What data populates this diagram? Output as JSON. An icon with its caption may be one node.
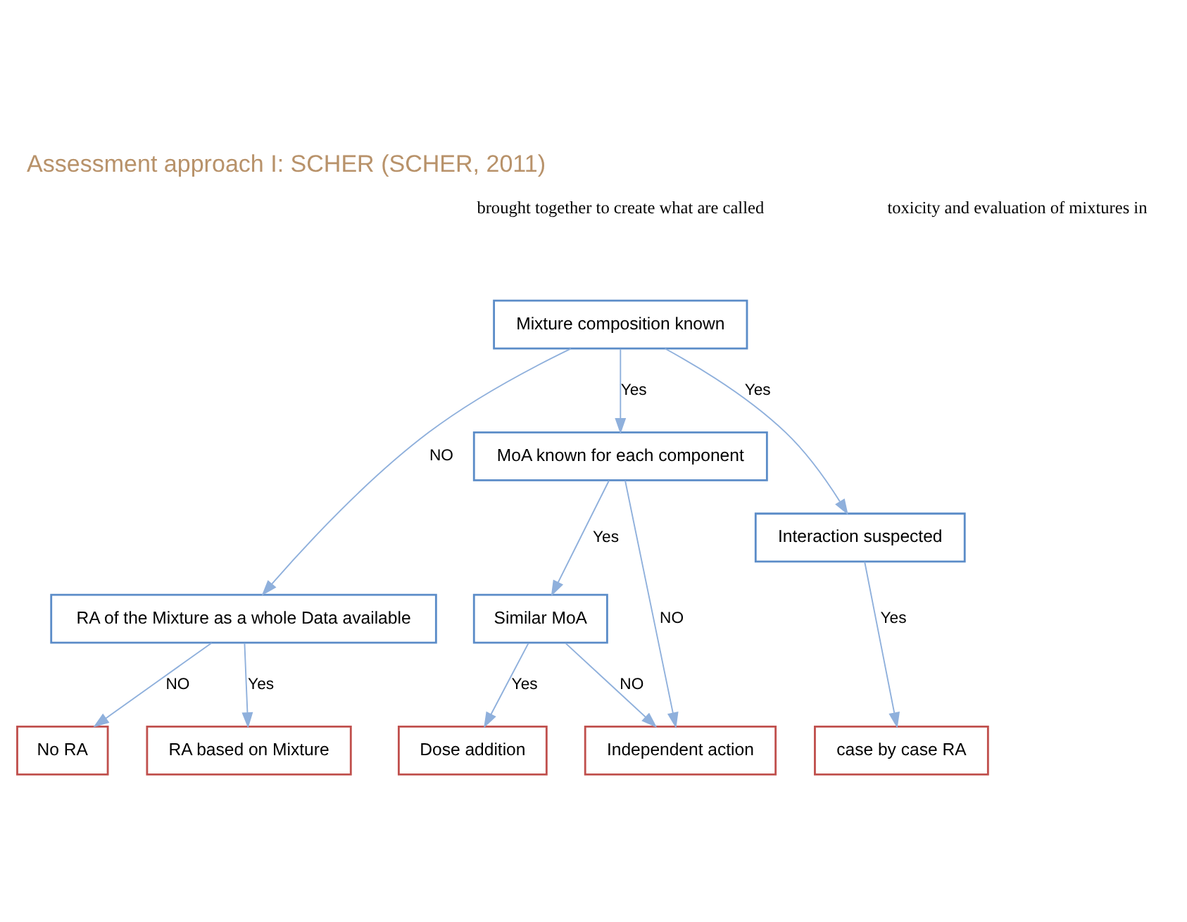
{
  "diagram": {
    "title": "Assessment approach I: SCHER (SCHER, 2011)",
    "nodes": [
      {
        "text": [
          "Mixture composition known"
        ]
      },
      {
        "text": [
          "RA of the Mixture as a whole Data available"
        ]
      },
      {
        "text": [
          "MoA known for each component"
        ]
      },
      {
        "text": [
          "Interaction suspected"
        ]
      },
      {
        "text": [
          "Similar MoA"
        ]
      },
      {
        "text": [
          "No RA"
        ]
      },
      {
        "text": [
          "RA based on Mixture"
        ]
      },
      {
        "text": [
          "Dose addition"
        ]
      },
      {
        "text": [
          "Independent action"
        ]
      },
      {
        "text": [
          "case by case RA"
        ]
      }
    ],
    "edges": [
      {
        "from": 0,
        "to": 1,
        "arrow": "to",
        "label": "NO"
      },
      {
        "from": 0,
        "to": 2,
        "arrow": "to",
        "label": "Yes"
      },
      {
        "from": 0,
        "to": 3,
        "arrow": "to",
        "label": "Yes"
      },
      {
        "from": 1,
        "to": 5,
        "arrow": "to",
        "label": "NO"
      },
      {
        "from": 1,
        "to": 6,
        "arrow": "to",
        "label": "Yes"
      },
      {
        "from": 2,
        "to": 4,
        "arrow": "to",
        "label": "Yes"
      },
      {
        "from": 2,
        "to": 8,
        "arrow": "to",
        "label": "NO"
      },
      {
        "from": 4,
        "to": 7,
        "arrow": "to",
        "label": "Yes"
      },
      {
        "from": 4,
        "to": 8,
        "arrow": "to",
        "label": "NO"
      },
      {
        "from": 3,
        "to": 9,
        "arrow": "to",
        "label": "Yes"
      }
    ],
    "labels": [
      "brought together to create what are called",
      "toxicity and evaluation of mixtures in"
    ]
  }
}
